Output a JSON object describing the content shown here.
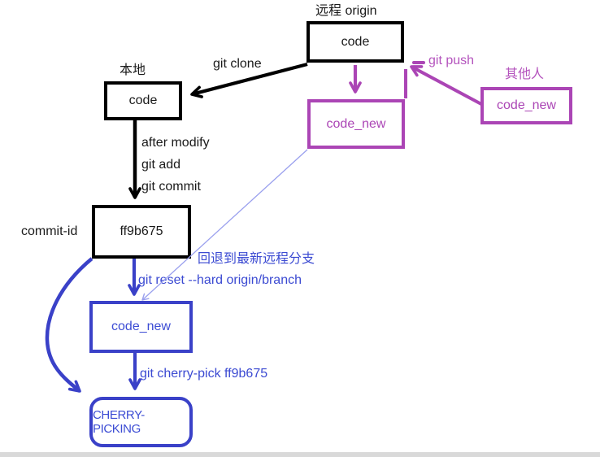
{
  "colors": {
    "black": "#000000",
    "magenta": "#ab45b5",
    "magenta_text": "#b453bd",
    "blue": "#3a41c8",
    "blue_text": "#3b4ad2",
    "thin_line": "#9aa0ee",
    "bottom_strip": "#d9d9d9"
  },
  "nodes": {
    "remote": {
      "title": "远程 origin",
      "label": "code"
    },
    "local": {
      "title": "本地",
      "label": "code"
    },
    "commit": {
      "side_label": "commit-id",
      "label": "ff9b675"
    },
    "remote_new": {
      "label": "code_new"
    },
    "others": {
      "title": "其他人",
      "label": "code_new"
    },
    "local_new": {
      "label": "code_new"
    },
    "cherry_picking": {
      "label": "CHERRY-PICKING"
    }
  },
  "edges": {
    "git_clone": {
      "label": "git clone"
    },
    "git_push": {
      "label": "git push"
    },
    "commit_steps": {
      "line1": "after modify",
      "line2": "git add",
      "line3": "git commit"
    },
    "git_reset": {
      "note": "回退到最新远程分支",
      "label": "git reset --hard origin/branch"
    },
    "git_cherry_pick": {
      "label": "git cherry-pick ff9b675"
    }
  }
}
